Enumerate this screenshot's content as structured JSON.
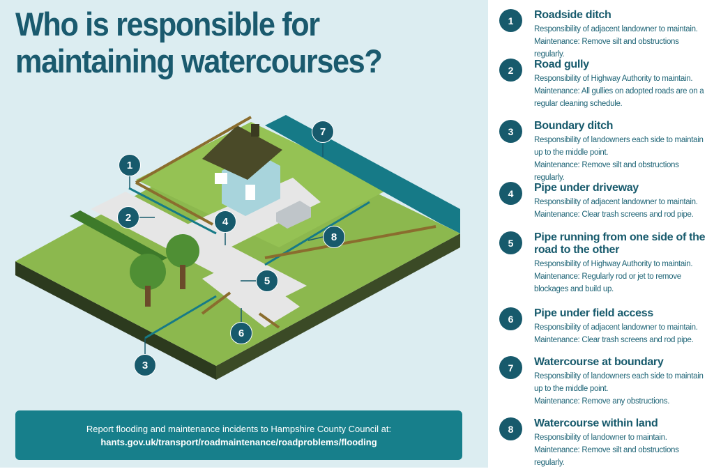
{
  "title": {
    "line1": "Who is responsible for",
    "line2": "maintaining watercourses?"
  },
  "markers": [
    "1",
    "2",
    "3",
    "4",
    "5",
    "6",
    "7",
    "8"
  ],
  "legend": [
    {
      "num": "1",
      "heading": "Roadside ditch",
      "lines": [
        "Responsibility of adjacent landowner to maintain.",
        "Maintenance: Remove silt and obstructions regularly."
      ]
    },
    {
      "num": "2",
      "heading": "Road gully",
      "lines": [
        "Responsibility of Highway Authority to maintain.",
        "Maintenance: All gullies on adopted roads are on a regular cleaning schedule."
      ]
    },
    {
      "num": "3",
      "heading": "Boundary ditch",
      "lines": [
        "Responsibility of landowners each side to maintain up to the middle point.",
        "Maintenance: Remove silt and obstructions regularly."
      ]
    },
    {
      "num": "4",
      "heading": "Pipe under driveway",
      "lines": [
        "Responsibility of adjacent landowner to maintain.",
        "Maintenance: Clear trash screens and rod pipe."
      ]
    },
    {
      "num": "5",
      "heading": "Pipe running from one side of the road to the other",
      "lines": [
        "Responsibility of Highway Authority to maintain.",
        "Maintenance: Regularly rod or jet to remove blockages and build up."
      ]
    },
    {
      "num": "6",
      "heading": "Pipe under field access",
      "lines": [
        "Responsibility of adjacent landowner to maintain.",
        "Maintenance: Clear trash screens and rod pipe."
      ]
    },
    {
      "num": "7",
      "heading": "Watercourse at boundary",
      "lines": [
        "Responsibility of landowners each side to maintain up to the middle point.",
        "Maintenance: Remove any obstructions."
      ]
    },
    {
      "num": "8",
      "heading": "Watercourse within land",
      "lines": [
        "Responsibility of landowner to maintain.",
        "Maintenance: Remove silt and obstructions regularly."
      ]
    }
  ],
  "banner": {
    "text": "Report flooding and maintenance incidents to Hampshire County Council at:",
    "url": "hants.gov.uk/transport/roadmaintenance/roadproblems/flooding"
  },
  "colors": {
    "brand": "#175a6c",
    "banner": "#177f8b",
    "grass": "#8cb84e",
    "water": "#167a87",
    "road": "#e6e6e6",
    "background": "#dcedf1"
  }
}
